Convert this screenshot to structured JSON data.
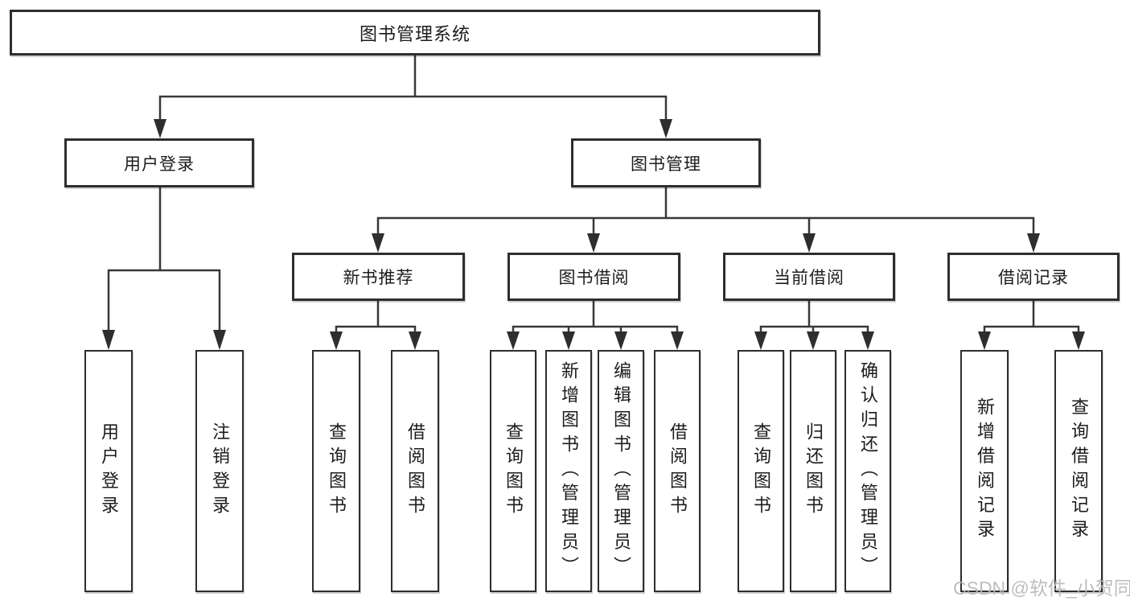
{
  "diagram_type": "hierarchy-tree",
  "tree": {
    "label": "图书管理系统",
    "children": [
      {
        "label": "用户登录",
        "children": [
          {
            "label": "用户登录"
          },
          {
            "label": "注销登录"
          }
        ]
      },
      {
        "label": "图书管理",
        "children": [
          {
            "label": "新书推荐",
            "children": [
              {
                "label": "查询图书"
              },
              {
                "label": "借阅图书"
              }
            ]
          },
          {
            "label": "图书借阅",
            "children": [
              {
                "label": "查询图书"
              },
              {
                "label": "新增图书（管理员）"
              },
              {
                "label": "编辑图书（管理员）"
              },
              {
                "label": "借阅图书"
              }
            ]
          },
          {
            "label": "当前借阅",
            "children": [
              {
                "label": "查询图书"
              },
              {
                "label": "归还图书"
              },
              {
                "label": "确认归还（管理员）"
              }
            ]
          },
          {
            "label": "借阅记录",
            "children": [
              {
                "label": "新增借阅记录"
              },
              {
                "label": "查询借阅记录"
              }
            ]
          }
        ]
      }
    ]
  },
  "watermark": {
    "text": "CSDN @软件_小贺同学"
  },
  "colors": {
    "background": "#ffffff",
    "box_border": "#2e2e2e",
    "line": "#383838",
    "arrowhead": "#2e2e2e",
    "text": "#1c1c1c",
    "watermark": "#b9b9b9"
  }
}
